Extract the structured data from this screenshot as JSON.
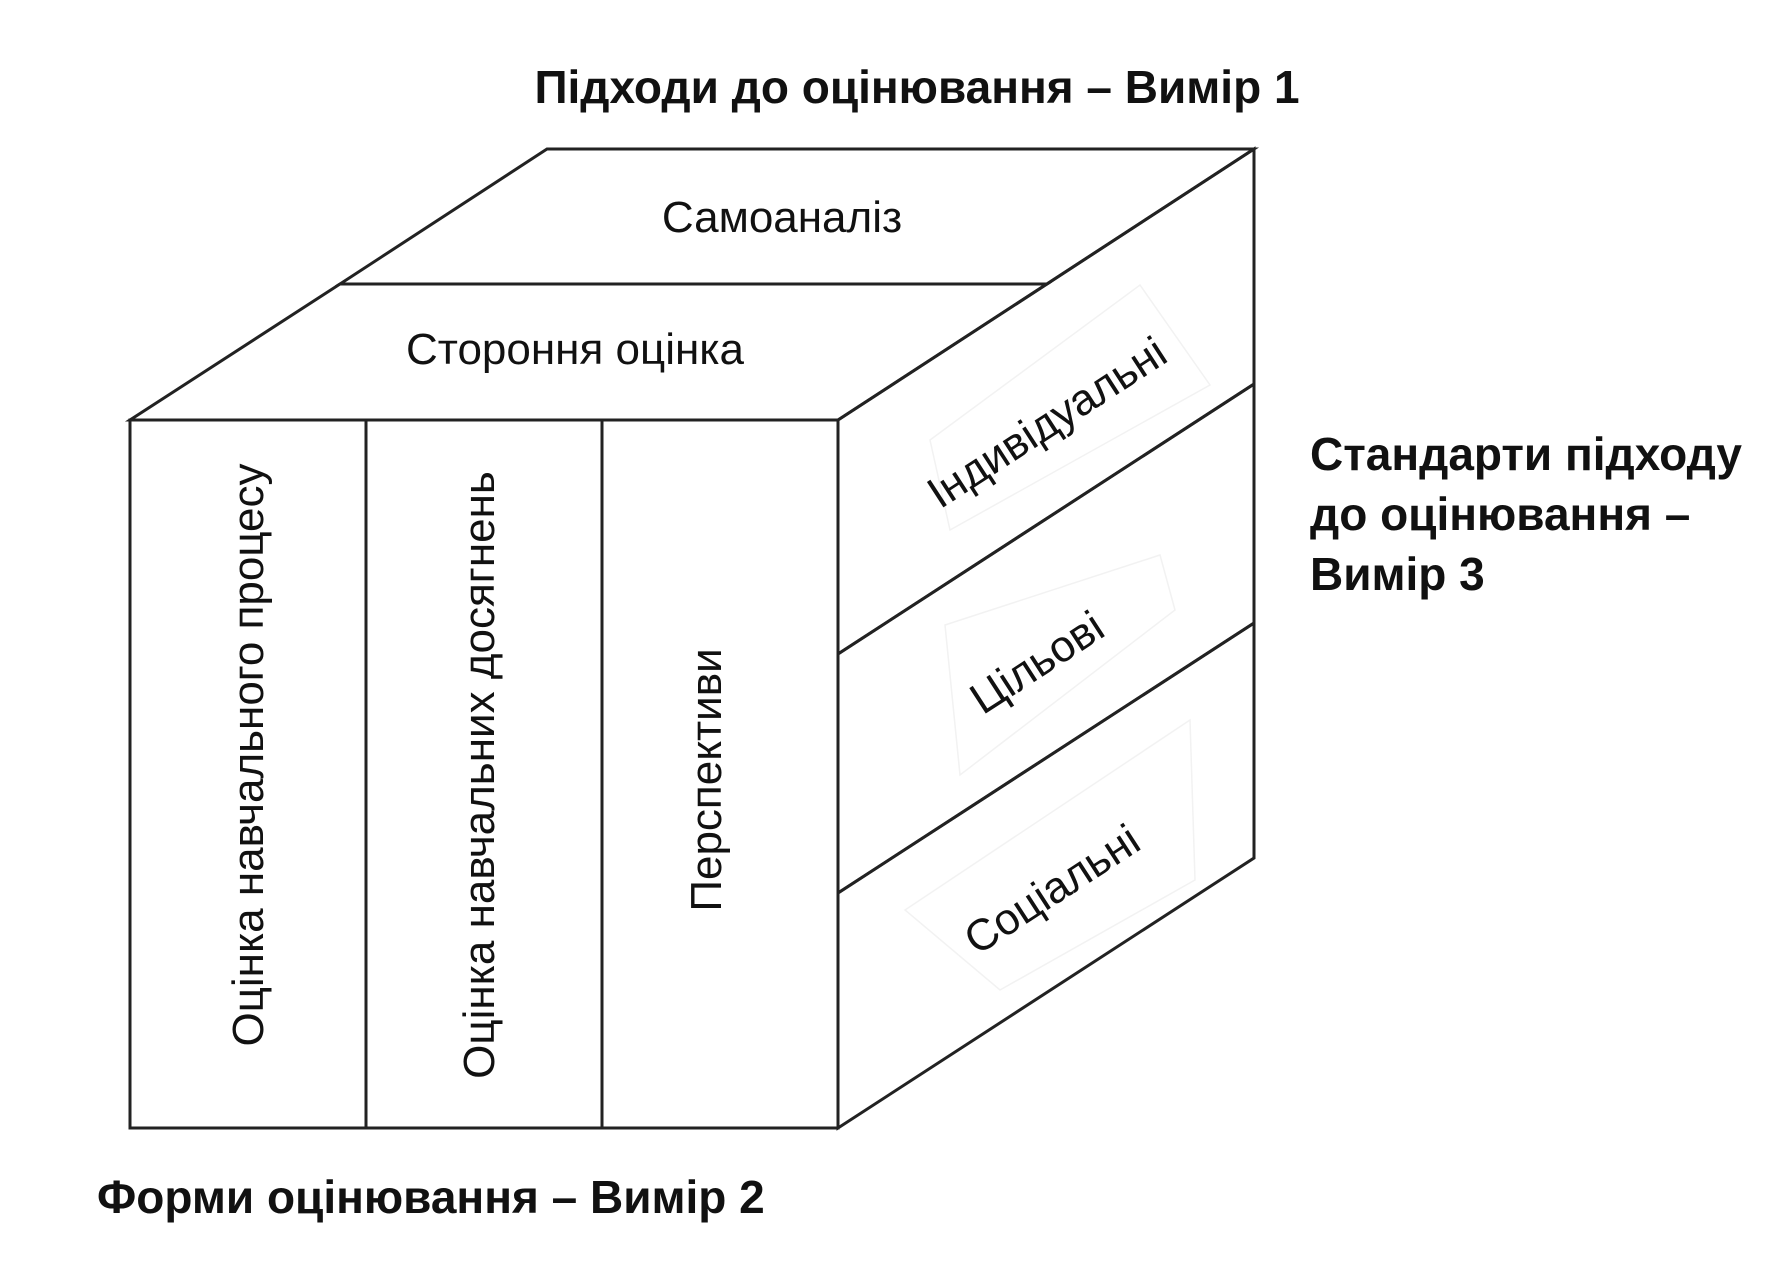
{
  "dimension1": {
    "title": "Підходи до оцінювання – Вимір 1",
    "items": [
      "Самоаналіз",
      "Стороння оцінка"
    ]
  },
  "dimension2": {
    "title": "Форми оцінювання – Вимір 2",
    "items": [
      "Оцінка навчального процесу",
      "Оцінка навчальних досягнень",
      "Перспективи"
    ]
  },
  "dimension3": {
    "title_lines": [
      "Стандарти підходу",
      "до оцінювання –",
      "Вимір 3"
    ],
    "items": [
      "Індивідуальні",
      "Цільові",
      "Соціальні"
    ]
  },
  "colors": {
    "side_face": "#d4d4d4",
    "face": "#ffffff",
    "edge": "#222222",
    "text": "#111111"
  }
}
